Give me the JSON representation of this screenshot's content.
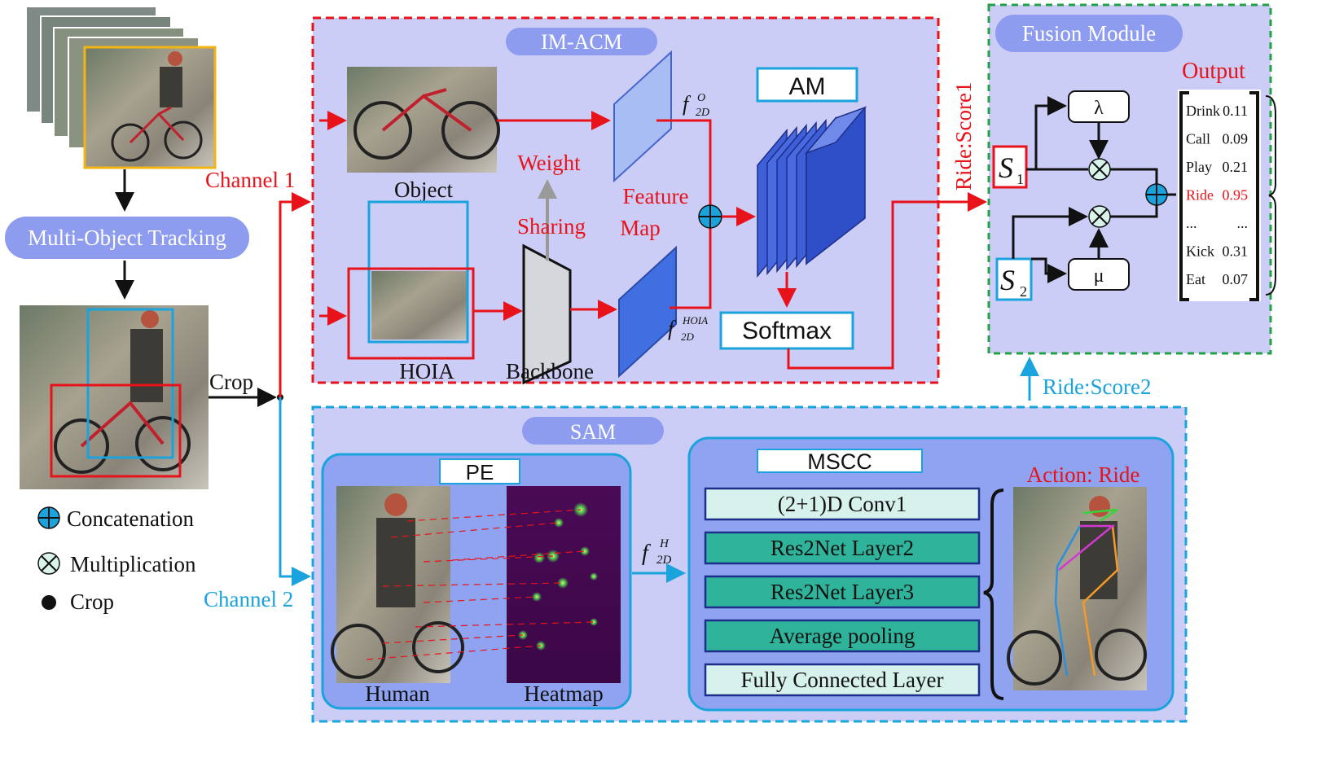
{
  "multi_object_tracking": {
    "label": "Multi-Object Tracking"
  },
  "crop": {
    "label": "Crop"
  },
  "channel1": {
    "label": "Channel 1"
  },
  "channel2": {
    "label": "Channel 2"
  },
  "im_acm": {
    "title": "IM-ACM",
    "object_label": "Object",
    "hoia_label": "HOIA",
    "backbone_label": "Backbone",
    "weight_label": "Weight",
    "sharing_label": "Sharing",
    "feature_label": "Feature",
    "map_label": "Map",
    "f_object": "f",
    "f_object_sup": "O",
    "f_object_sub": "2D",
    "f_hoia": "f",
    "f_hoia_sup": "HOIA",
    "f_hoia_sub": "2D",
    "am_label": "AM",
    "softmax_label": "Softmax"
  },
  "score1": {
    "label": "Ride:Score1"
  },
  "score2": {
    "label": "Ride:Score2"
  },
  "fusion": {
    "title": "Fusion Module",
    "output_label": "Output",
    "s1": "S",
    "s1_sub": "1",
    "s2": "S",
    "s2_sub": "2",
    "lambda": "λ",
    "mu": "μ",
    "outputs": [
      {
        "name": "Drink",
        "value": "0.11",
        "highlight": false
      },
      {
        "name": "Call",
        "value": "0.09",
        "highlight": false
      },
      {
        "name": "Play",
        "value": "0.21",
        "highlight": false
      },
      {
        "name": "Ride",
        "value": "0.95",
        "highlight": true
      },
      {
        "name": "...",
        "value": "...",
        "highlight": false
      },
      {
        "name": "Kick",
        "value": "0.31",
        "highlight": false
      },
      {
        "name": "Eat",
        "value": "0.07",
        "highlight": false
      }
    ]
  },
  "sam": {
    "title": "SAM",
    "pe_label": "PE",
    "human_label": "Human",
    "heatmap_label": "Heatmap",
    "f_human": "f",
    "f_human_sup": "H",
    "f_human_sub": "2D",
    "mscc_label": "MSCC",
    "layers": [
      {
        "label": "(2+1)D Conv1",
        "style": "light"
      },
      {
        "label": "Res2Net Layer2",
        "style": "teal"
      },
      {
        "label": "Res2Net Layer3",
        "style": "teal"
      },
      {
        "label": "Average pooling",
        "style": "teal"
      },
      {
        "label": "Fully Connected Layer",
        "style": "light"
      }
    ],
    "action_label": "Action: Ride"
  },
  "legend": {
    "concatenation": "Concatenation",
    "multiplication": "Multiplication",
    "crop": "Crop"
  },
  "colors": {
    "red": "#e8131a",
    "blue": "#1aa3dc",
    "module_bg": "#cccdf6",
    "inner_bg": "#8fa3f0",
    "label_pill": "#8e9cf0",
    "teal": "#2fb39a",
    "light_teal": "#d7f2ec",
    "green_dash": "#21a048",
    "feature_blue": "#3f6fe0",
    "am_blue": "#3f5fd8"
  }
}
